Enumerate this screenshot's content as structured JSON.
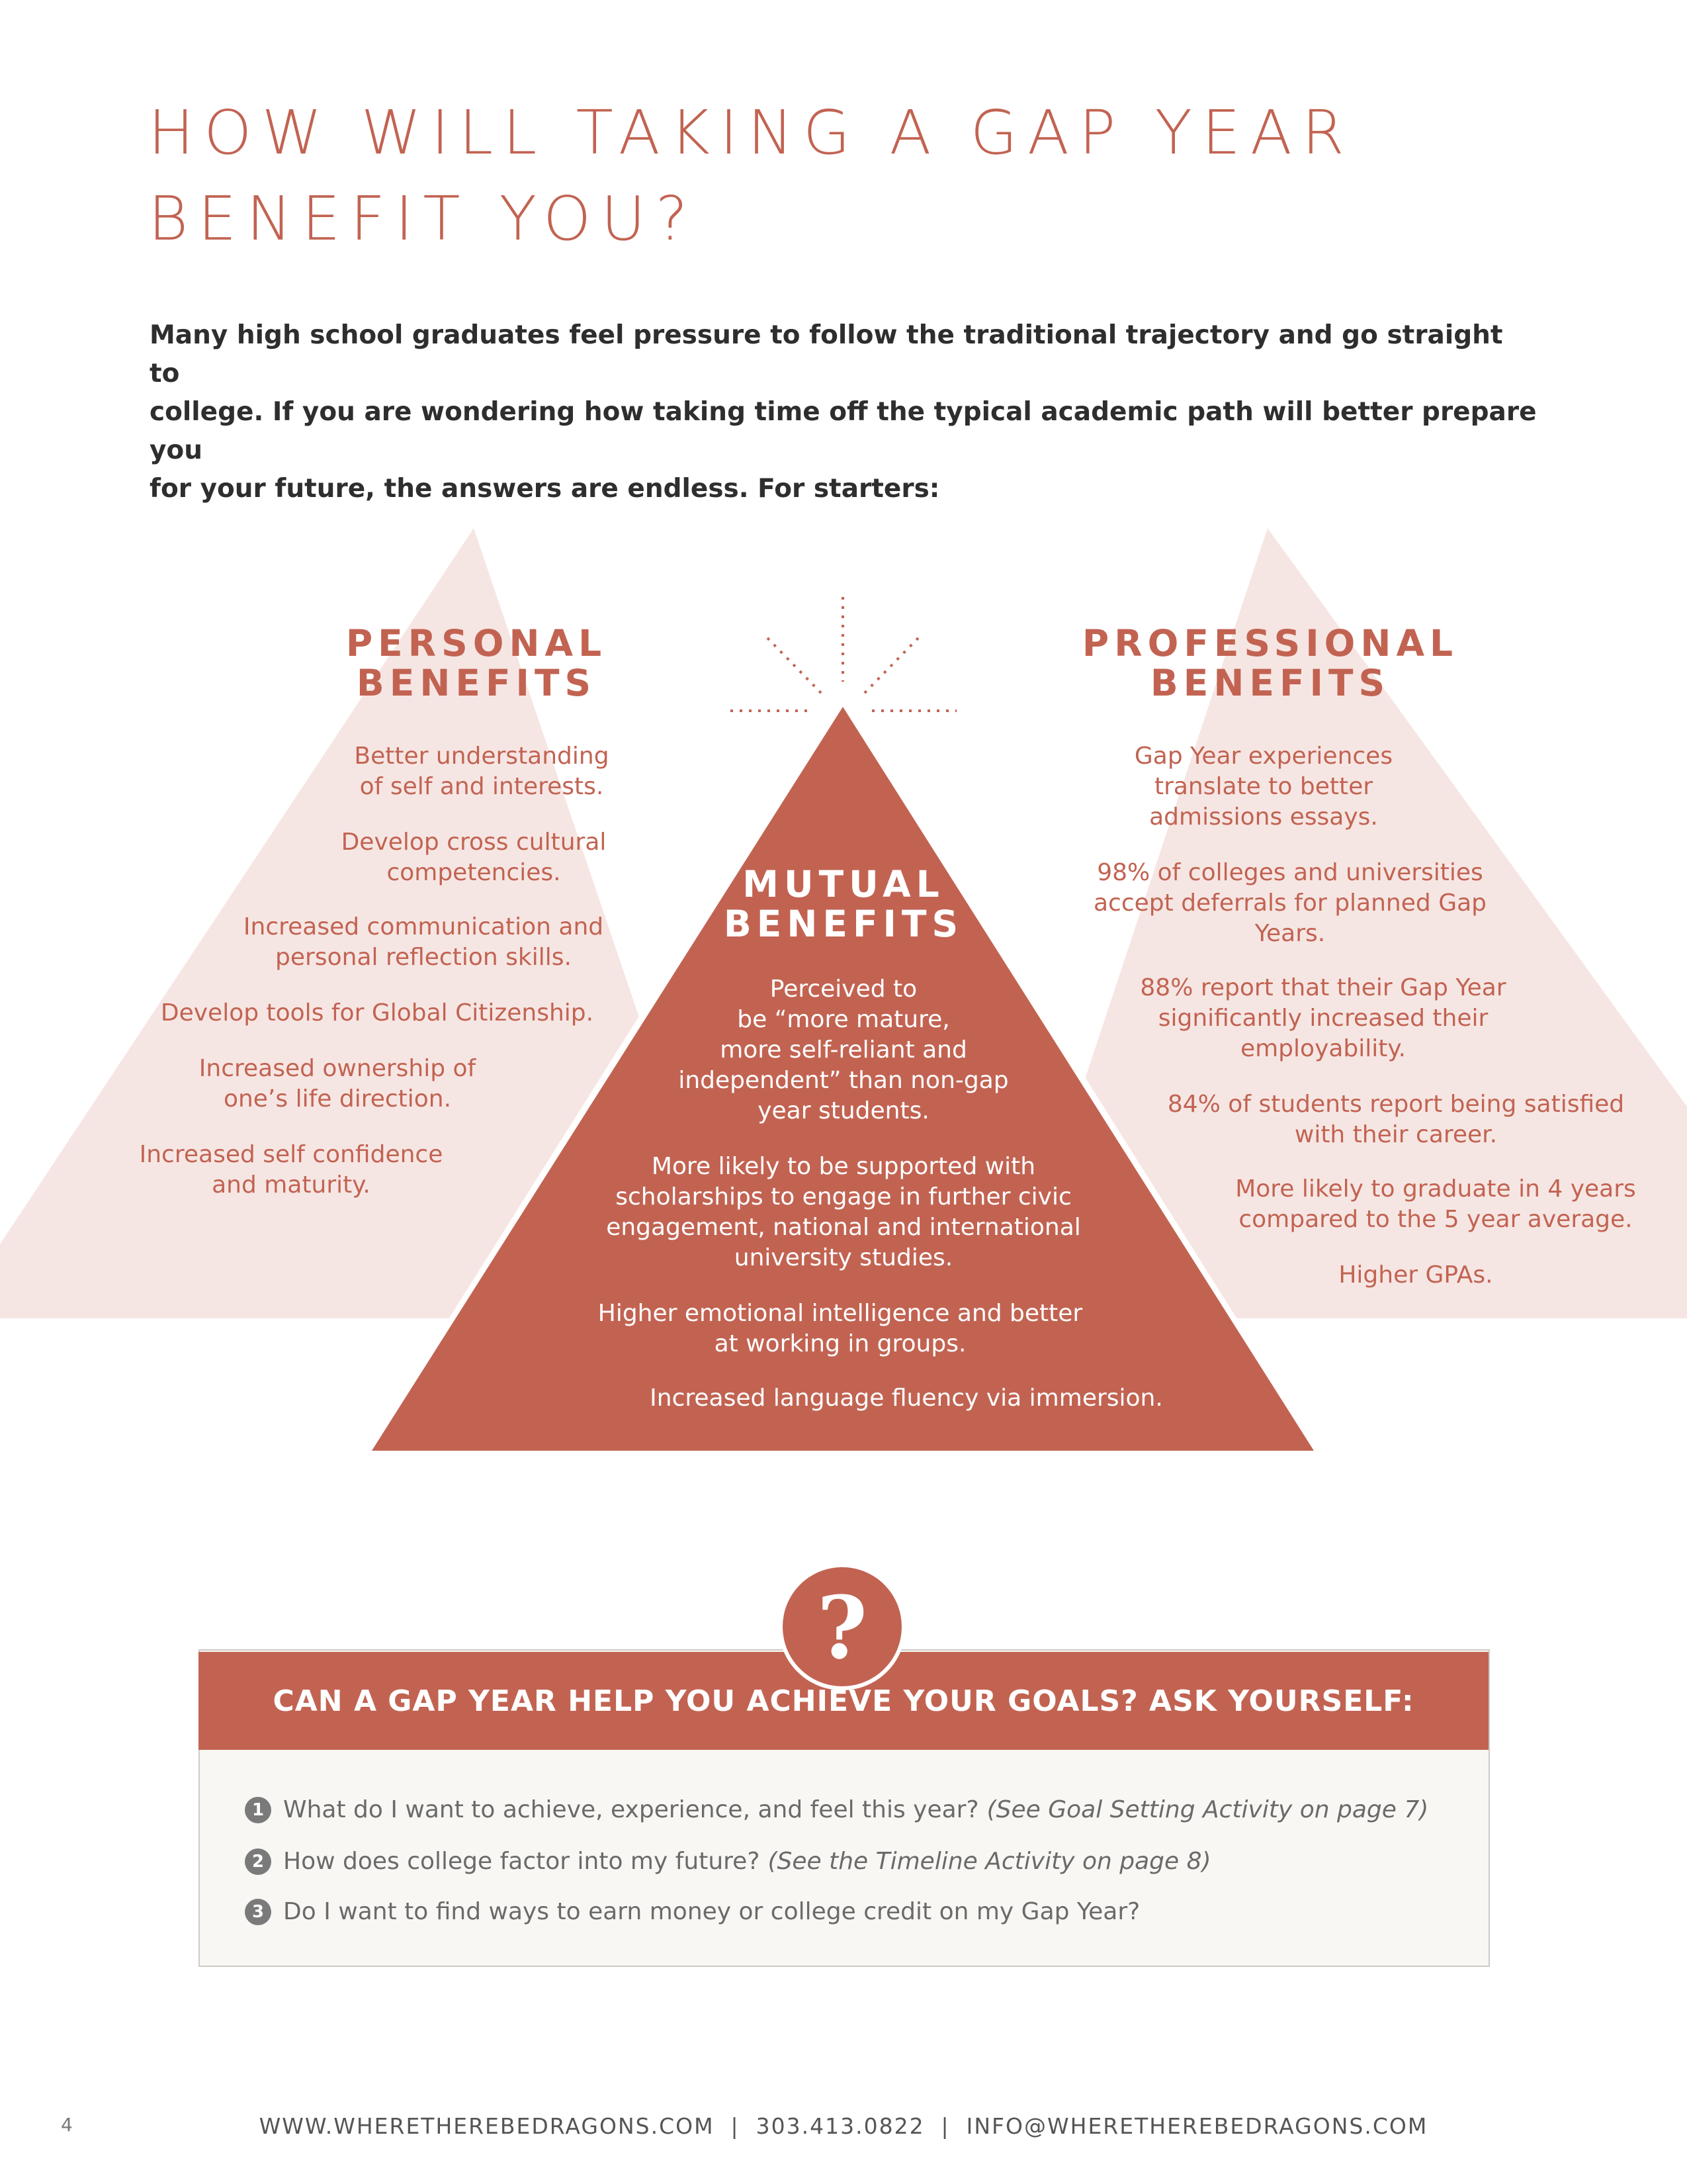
{
  "title": {
    "line1": "HOW WILL TAKING A GAP YEAR",
    "line2": "BENEFIT YOU?"
  },
  "intro": {
    "line1": "Many high school graduates feel pressure to follow the traditional trajectory and go straight to",
    "line2": "college. If you are wondering how taking time off the typical academic path will better prepare you",
    "line3": "for your future, the answers are endless. For starters:"
  },
  "personal": {
    "heading": {
      "line1": "PERSONAL",
      "line2": "BENEFITS"
    },
    "items": [
      {
        "line1": "Better understanding",
        "line2": "of self and interests."
      },
      {
        "line1": "Develop cross cultural",
        "line2": "competencies."
      },
      {
        "line1": "Increased communication and",
        "line2": "personal reflection skills."
      },
      {
        "line1": "Develop tools for Global Citizenship."
      },
      {
        "line1": "Increased ownership of",
        "line2": "one’s life direction."
      },
      {
        "line1": "Increased self confidence",
        "line2": "and maturity."
      }
    ]
  },
  "mutual": {
    "heading": {
      "line1": "MUTUAL",
      "line2": "BENEFITS"
    },
    "items": [
      {
        "line1": "Perceived to",
        "line2": "be “more mature,",
        "line3": "more self-reliant and",
        "line4": "independent” than non-gap",
        "line5": "year students."
      },
      {
        "line1": "More likely to be supported with",
        "line2": "scholarships to engage in further civic",
        "line3": "engagement, national and international",
        "line4": "university studies."
      },
      {
        "line1": "Higher emotional intelligence and better",
        "line2": "at working in groups."
      },
      {
        "line1": "Increased language fluency via immersion."
      }
    ]
  },
  "professional": {
    "heading": {
      "line1": "PROFESSIONAL",
      "line2": "BENEFITS"
    },
    "items": [
      {
        "line1": "Gap Year experiences",
        "line2": "translate to better",
        "line3": "admissions essays."
      },
      {
        "line1": "98% of colleges and universities",
        "line2": "accept deferrals for planned Gap",
        "line3": "Years."
      },
      {
        "line1": "88% report that their Gap Year",
        "line2": "significantly increased their",
        "line3": "employability."
      },
      {
        "line1": "84% of students report being satisfied",
        "line2": "with their career."
      },
      {
        "line1": "More likely to graduate in 4 years",
        "line2": "compared to the 5 year average."
      },
      {
        "line1": "Higher GPAs."
      }
    ]
  },
  "question_box": {
    "icon_glyph": "?",
    "banner": "CAN A GAP YEAR HELP YOU ACHIEVE YOUR GOALS? ASK YOURSELF:",
    "questions": [
      {
        "num": "1",
        "text": "What do I want to achieve, experience, and feel this year?",
        "note": "(See Goal Setting Activity on page 7)"
      },
      {
        "num": "2",
        "text": "How does college factor into my future?",
        "note": "(See the Timeline Activity on page 8)"
      },
      {
        "num": "3",
        "text": "Do I want to find ways to earn money or college credit on my Gap Year?",
        "note": ""
      }
    ]
  },
  "footer": {
    "page_number": "4",
    "contact": "WWW.WHERETHEREBEDRAGONS.COM  |  303.413.0822  |  INFO@WHERETHEREBEDRAGONS.COM"
  },
  "colors": {
    "accent": "#c26352",
    "pale": "#f6e6e3",
    "text_dark": "#2e2e2e",
    "box_bg": "#f8f7f4"
  }
}
